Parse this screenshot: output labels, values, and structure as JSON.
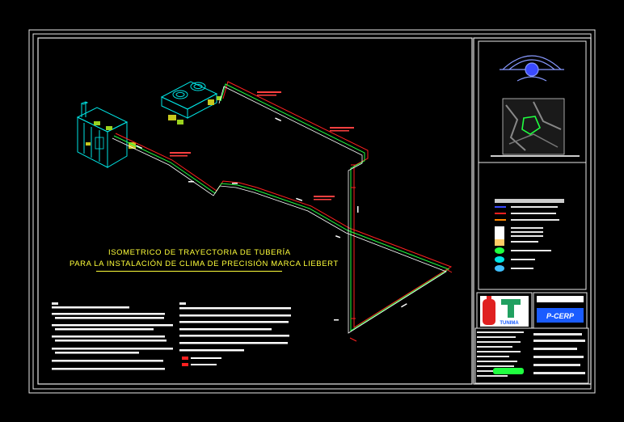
{
  "drawing": {
    "title_line1": "ISOMETRICO DE TRAYECTORIA DE TUBERÍA",
    "title_line2": "PARA LA INSTALACIÓN DE CLIMA DE PRECISIÓN MARCA LIEBERT"
  },
  "title_block": {
    "client_logo_text": "TUNIMA",
    "brand_logo_text": "P-CERP"
  },
  "colors": {
    "background": "#000000",
    "frame": "#e8e8e8",
    "equipment": "#00e5e5",
    "pipe_red": "#ff2020",
    "pipe_green": "#20ff40",
    "pipe_white": "#ffffff",
    "title_text": "#ffff3a",
    "logo_blue": "#1a5cff"
  }
}
